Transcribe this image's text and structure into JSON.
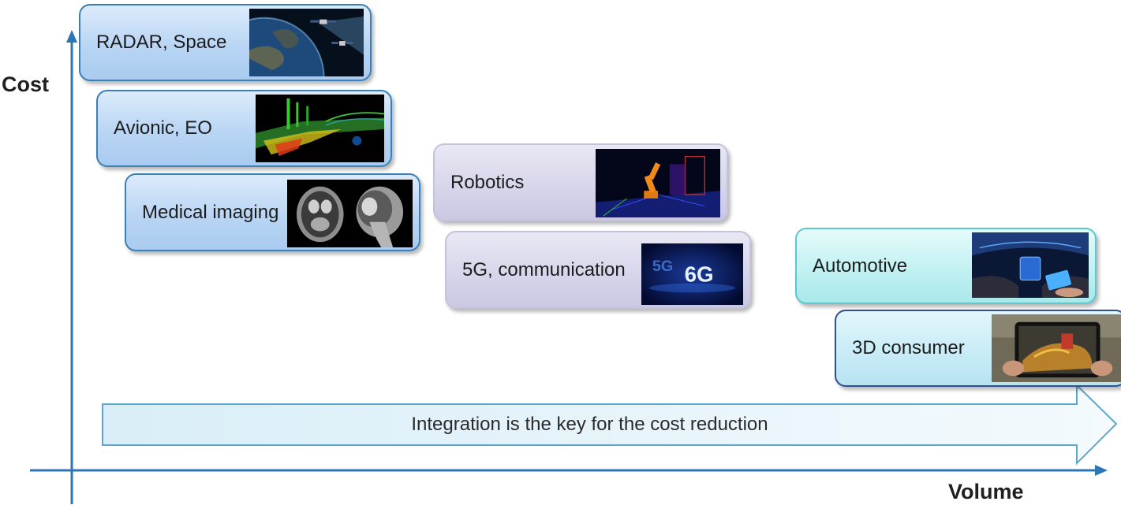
{
  "axes": {
    "y_label": "Cost",
    "x_label": "Volume"
  },
  "cards": [
    {
      "id": "radar",
      "label": "RADAR, Space",
      "image": "satellite-earth-image"
    },
    {
      "id": "avionic",
      "label": "Avionic, EO",
      "image": "lidar-pointcloud-image"
    },
    {
      "id": "medical",
      "label": "Medical imaging",
      "image": "mri-scan-image"
    },
    {
      "id": "robotics",
      "label": "Robotics",
      "image": "robot-arm-image"
    },
    {
      "id": "5g",
      "label": "5G, communication",
      "image": "5g-6g-logo-image",
      "logo_text_1": "5G",
      "logo_text_2": "6G"
    },
    {
      "id": "automotive",
      "label": "Automotive",
      "image": "car-interior-image"
    },
    {
      "id": "consumer",
      "label": "3D consumer",
      "image": "tablet-ar-image"
    }
  ],
  "arrow": {
    "text": "Integration is the key for the cost reduction"
  },
  "colors": {
    "axis": "#2e75b6",
    "card_blue_border": "#3a7fb5",
    "card_purple_border": "#c4c2dc",
    "card_cyan_border": "#58c9cc",
    "arrow_border": "#5aa7c9"
  }
}
